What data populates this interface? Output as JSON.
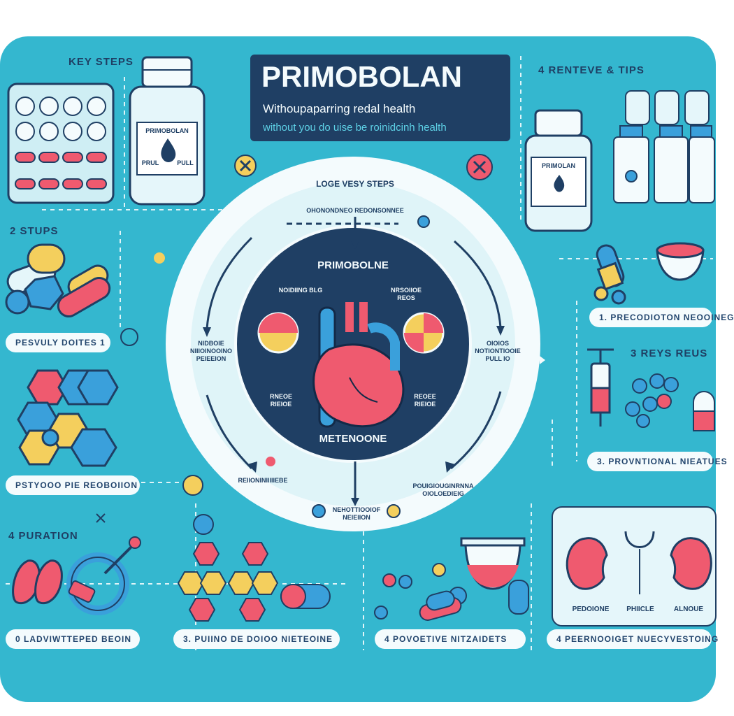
{
  "title": {
    "main": "PRIMOBOLAN",
    "line1": "Withoupaparring redal health",
    "line2": "without you do uise be roinidcinh health"
  },
  "sections": {
    "key_steps": "KEY STEPS",
    "steps2": "2 STUPS",
    "reviews": "4  RENTEVE & TIPS",
    "duration": "4  PURATION",
    "reys": "3  REYS REUS"
  },
  "labels": {
    "bottle_left": "PRIMOBOLAN",
    "bottle_left_small": "PRUL",
    "bottle_left_small2": "PULL",
    "bottle_right": "PRIMOLAN",
    "left1": "PESVULY DOITES  1",
    "left2": "PSTYOOO PIE REOBOIION",
    "left3": "0  LADVIWTTEPED BEOIN",
    "bottom2": "3.  PUIINO DE DOIOO NIETEOINE",
    "bottom3": "4  POVOETIVE NITZAIDETS",
    "bottom4": "4  PEERNOOIGET NUECYVESTOING",
    "right1": "1.  PRECODIOTON NEOOINEG",
    "right2": "3.  PROVNTIONAL NIEATUES",
    "kidney_a": "PEDOIONE",
    "kidney_b": "PHIICLE",
    "kidney_c": "ALNOUE"
  },
  "circle": {
    "top": "LOGE VESY STEPS",
    "top_sub": "OHONONDNEO REDONSONNEE",
    "center_title": "PRIMOBOLNE",
    "center_bottom": "METENOONE",
    "inner_tl": "NOIDIING BLG",
    "inner_tr": "NRSOIIOE REOS",
    "inner_bl": "RNEOE RIEIOE",
    "inner_br": "REOEE RIEIOE",
    "left": "NIDBOIE NIIIOINOOINO PEIEEION",
    "right": "OIOIOS NOTIONTIOOIE PULL IO",
    "bottom_left": "REIIONINIIIIIEBE",
    "bottom_mid": "NEHOTTIOOIOF NEIEIION",
    "bottom_right": "POUIGIOUGINRNNA OIOLOEDIEIG"
  },
  "colors": {
    "panel": "#34b7cf",
    "navy": "#1f3f64",
    "coral": "#ef5a6f",
    "blue": "#3aa0db",
    "yellow": "#f4cf5d"
  }
}
